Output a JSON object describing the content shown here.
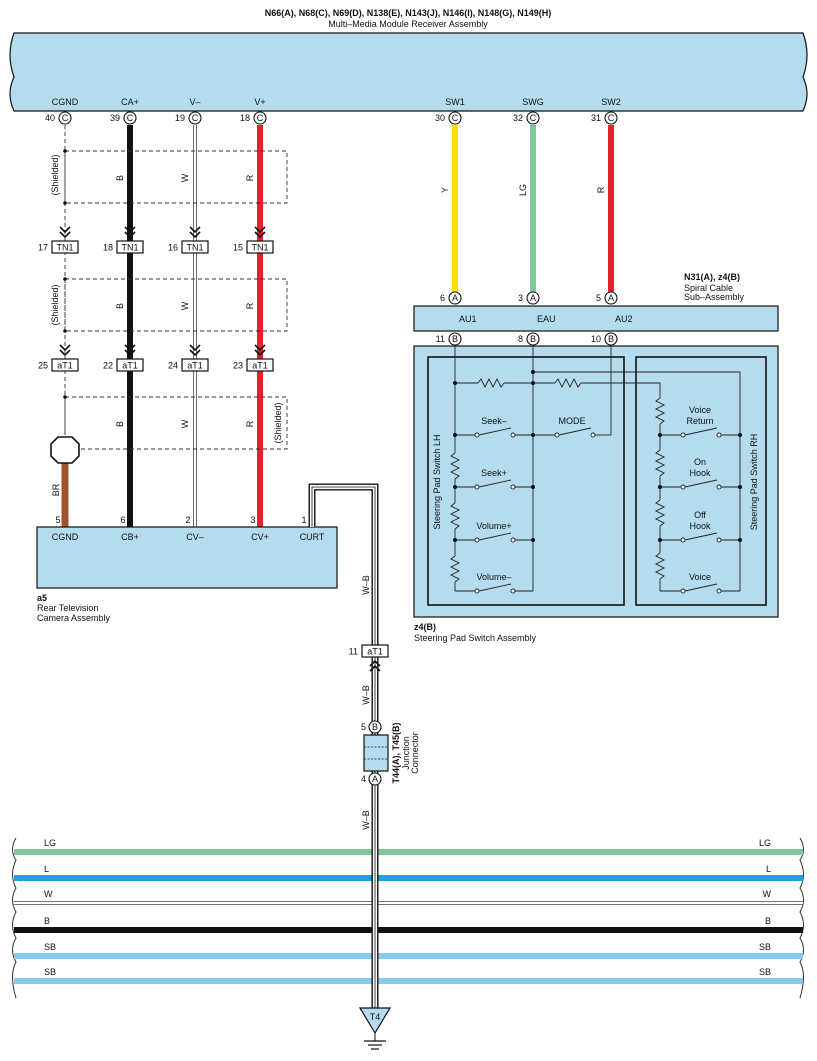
{
  "receiver": {
    "codes": "N66(A), N68(C), N69(D), N138(E), N143(J), N146(I), N148(G), N149(H)",
    "name": "Multi–Media Module Receiver Assembly",
    "terminals": [
      {
        "label": "CGND",
        "pin": "40",
        "conn": "C"
      },
      {
        "label": "CA+",
        "pin": "39",
        "conn": "C"
      },
      {
        "label": "V–",
        "pin": "19",
        "conn": "C"
      },
      {
        "label": "V+",
        "pin": "18",
        "conn": "C"
      },
      {
        "label": "SW1",
        "pin": "30",
        "conn": "C"
      },
      {
        "label": "SWG",
        "pin": "32",
        "conn": "C"
      },
      {
        "label": "SW2",
        "pin": "31",
        "conn": "C"
      }
    ]
  },
  "wire_labels": {
    "cgnd": "(Shielded)",
    "b": "B",
    "w": "W",
    "r": "R",
    "y": "Y",
    "lg": "LG",
    "r2": "R",
    "br": "BR",
    "shielded": "(Shielded)",
    "wb": "W–B"
  },
  "tn1": {
    "name": "TN1",
    "pins": [
      "17",
      "18",
      "16",
      "15"
    ]
  },
  "at1": {
    "name": "aT1",
    "pins": [
      "25",
      "22",
      "24",
      "23"
    ],
    "pin_curt": "11"
  },
  "camera": {
    "code": "a5",
    "name_line1": "Rear Television",
    "name_line2": "Camera Assembly",
    "terminals": [
      {
        "label": "CGND",
        "pin": "5"
      },
      {
        "label": "CB+",
        "pin": "6"
      },
      {
        "label": "CV–",
        "pin": "2"
      },
      {
        "label": "CV+",
        "pin": "3"
      },
      {
        "label": "CURT",
        "pin": "1"
      }
    ]
  },
  "spiral": {
    "code": "N31(A), z4(B)",
    "name_line1": "Spiral Cable",
    "name_line2": "Sub–Assembly",
    "top_pins": [
      {
        "pin": "6",
        "conn": "A",
        "label": "AU1"
      },
      {
        "pin": "3",
        "conn": "A",
        "label": "EAU"
      },
      {
        "pin": "5",
        "conn": "A",
        "label": "AU2"
      }
    ],
    "bottom_pins": [
      {
        "pin": "11",
        "conn": "B"
      },
      {
        "pin": "8",
        "conn": "B"
      },
      {
        "pin": "10",
        "conn": "B"
      }
    ]
  },
  "steering": {
    "code": "z4(B)",
    "name": "Steering Pad Switch Assembly",
    "lh_label": "Steering Pad Switch LH",
    "rh_label": "Steering Pad Switch RH",
    "lh_switches": [
      "Seek–",
      "Seek+",
      "Volume+",
      "Volume–"
    ],
    "mode": "MODE",
    "rh_switches": {
      "voice_return_1": "Voice",
      "voice_return_2": "Return",
      "on_hook_1": "On",
      "on_hook_2": "Hook",
      "off_hook_1": "Off",
      "off_hook_2": "Hook",
      "voice": "Voice"
    }
  },
  "junction": {
    "code": "T44(A), T45(B)",
    "name_line1": "Junction",
    "name_line2": "Connector",
    "pin_top": "5",
    "conn_top": "B",
    "pin_bottom": "4",
    "conn_bottom": "A"
  },
  "buses": [
    {
      "label": "LG",
      "color": "#7ec79a"
    },
    {
      "label": "L",
      "color": "#1aa3e0"
    },
    {
      "label": "W",
      "color": "#ffffff"
    },
    {
      "label": "B",
      "color": "#111111"
    },
    {
      "label": "SB",
      "color": "#86cbee"
    },
    {
      "label": "SB",
      "color": "#86cbee"
    }
  ],
  "ground": {
    "label": "T4"
  },
  "colors": {
    "black_wire": "#111111",
    "white_wire": "#ffffff",
    "red_wire": "#e8202a",
    "yellow_wire": "#ffe000",
    "green_wire": "#7ec79a",
    "brown_wire": "#a0522d",
    "box_fill": "#b4dcee"
  }
}
